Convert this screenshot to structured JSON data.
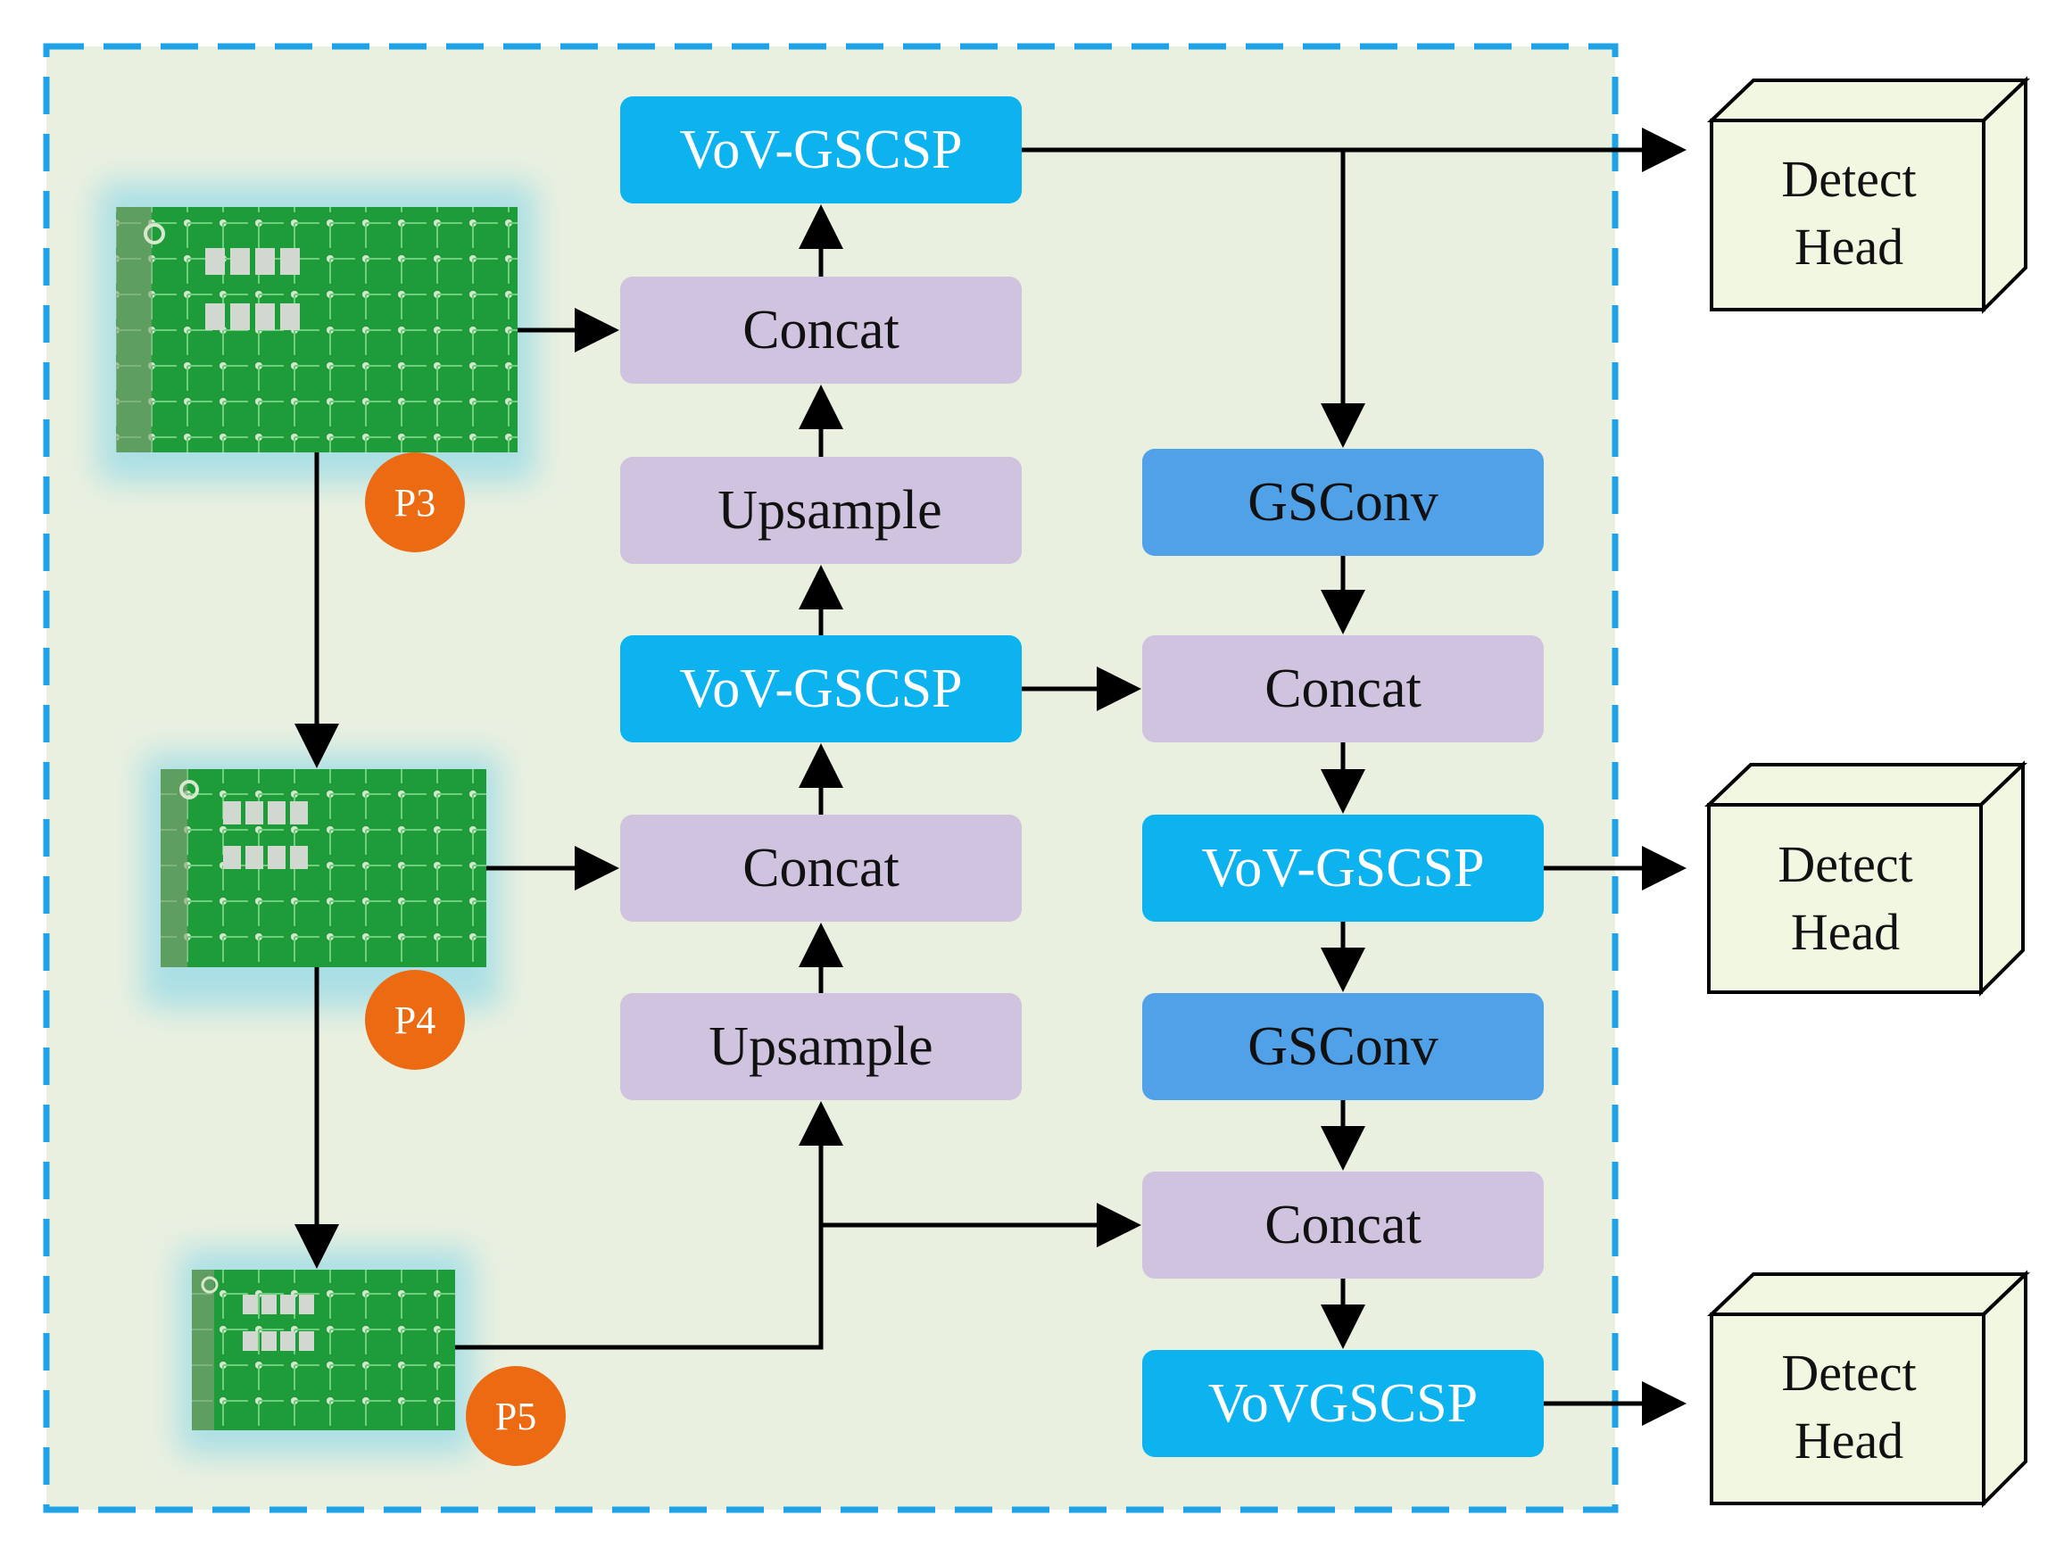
{
  "colors": {
    "frame_fill": "#eaf0e0",
    "frame_border": "#1fa3e6",
    "vov_fill": "#0db3ef",
    "gsconv_fill": "#50a1e8",
    "concat_fill": "#cfc3df",
    "head_fill": "#f1f7e1",
    "badge_fill": "#ec6a12",
    "pcb_green": "#1f9c3a"
  },
  "neck": {
    "left_column": {
      "vov_top": "VoV-GSCSP",
      "concat_top": "Concat",
      "upsample_top": "Upsample",
      "vov_mid": "VoV-GSCSP",
      "concat_mid": "Concat",
      "upsample_bottom": "Upsample"
    },
    "right_column": {
      "gsconv_top": "GSConv",
      "concat_top": "Concat",
      "vov_mid": "VoV-GSCSP",
      "gsconv_bottom": "GSConv",
      "concat_bottom": "Concat",
      "vov_bottom": "VoVGSCSP"
    }
  },
  "inputs": [
    {
      "label": "P3",
      "icon": "pcb-image"
    },
    {
      "label": "P4",
      "icon": "pcb-image"
    },
    {
      "label": "P5",
      "icon": "pcb-image"
    }
  ],
  "heads": [
    {
      "line1": "Detect",
      "line2": "Head"
    },
    {
      "line1": "Detect",
      "line2": "Head"
    },
    {
      "line1": "Detect",
      "line2": "Head"
    }
  ]
}
